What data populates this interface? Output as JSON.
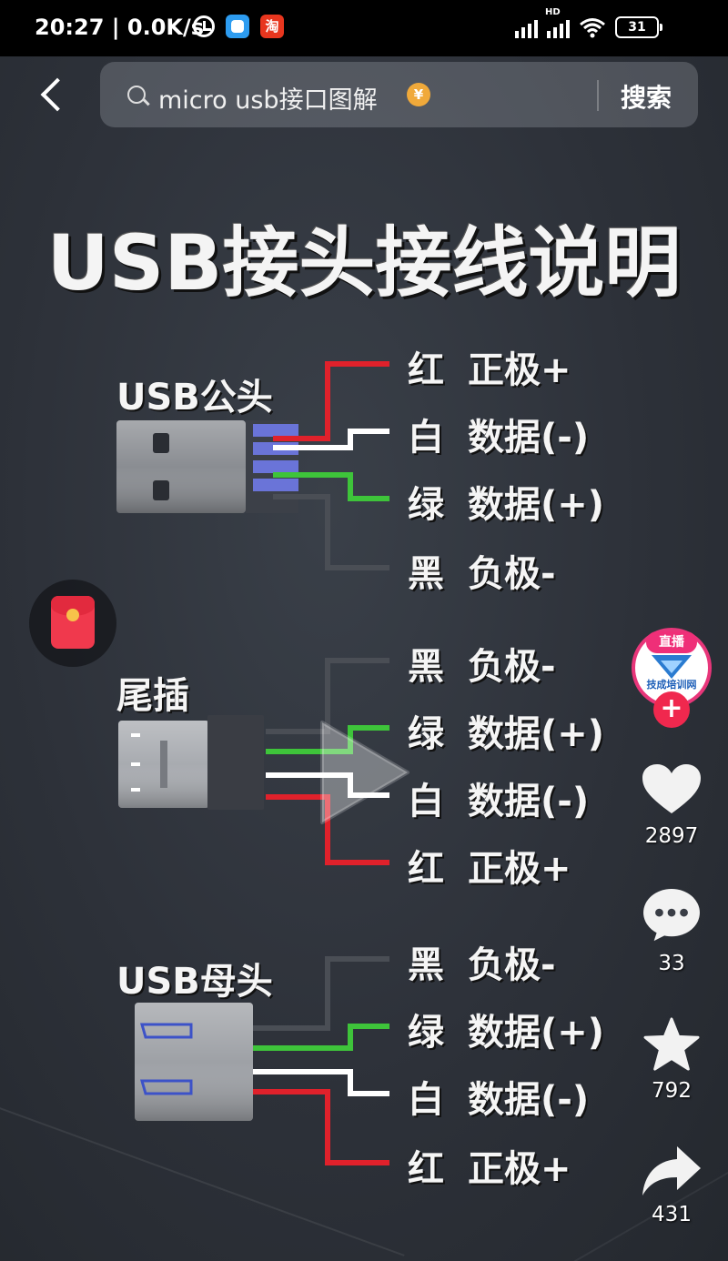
{
  "status_bar": {
    "time": "20:27 | 0.0K/s",
    "taobao_glyph": "淘",
    "hd": "HD",
    "battery": "31"
  },
  "search": {
    "query": "micro usb接口图解",
    "coin_glyph": "¥",
    "button_label": "搜索"
  },
  "video": {
    "title": "USB接头接线说明",
    "sections": [
      {
        "label": "USB公头",
        "wires": [
          {
            "color_name": "红",
            "meaning": "正极+",
            "color": "#e0212b"
          },
          {
            "color_name": "白",
            "meaning": "数据(-)",
            "color": "#ffffff"
          },
          {
            "color_name": "绿",
            "meaning": "数据(+)",
            "color": "#3ec43a"
          },
          {
            "color_name": "黑",
            "meaning": "负极-",
            "color": "#4a4e55"
          }
        ]
      },
      {
        "label": "尾插",
        "wires": [
          {
            "color_name": "黑",
            "meaning": "负极-",
            "color": "#4a4e55"
          },
          {
            "color_name": "绿",
            "meaning": "数据(+)",
            "color": "#3ec43a"
          },
          {
            "color_name": "白",
            "meaning": "数据(-)",
            "color": "#ffffff"
          },
          {
            "color_name": "红",
            "meaning": "正极+",
            "color": "#e0212b"
          }
        ]
      },
      {
        "label": "USB母头",
        "wires": [
          {
            "color_name": "黑",
            "meaning": "负极-",
            "color": "#4a4e55"
          },
          {
            "color_name": "绿",
            "meaning": "数据(+)",
            "color": "#3ec43a"
          },
          {
            "color_name": "白",
            "meaning": "数据(-)",
            "color": "#ffffff"
          },
          {
            "color_name": "红",
            "meaning": "正极+",
            "color": "#e0212b"
          }
        ]
      }
    ]
  },
  "creator": {
    "live_badge": "直播",
    "avatar_text": "技成培训网",
    "follow_label": "+"
  },
  "actions": {
    "likes": "2897",
    "comments": "33",
    "favorites": "792",
    "shares": "431"
  },
  "colors": {
    "accent_pink": "#ef2f78",
    "follow_red": "#f0284e",
    "red_wire": "#e0212b",
    "green_wire": "#3ec43a"
  }
}
